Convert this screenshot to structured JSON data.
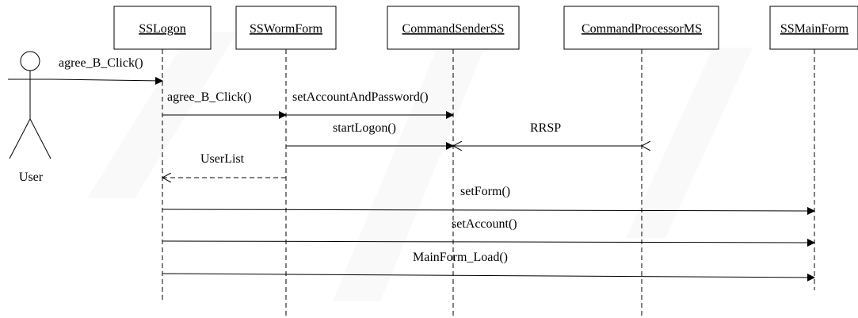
{
  "actor": {
    "name": "User"
  },
  "objects": [
    {
      "id": "ssl",
      "name": "SSLogon"
    },
    {
      "id": "ssw",
      "name": "SSWormForm"
    },
    {
      "id": "css",
      "name": "CommandSenderSS"
    },
    {
      "id": "cpm",
      "name": "CommandProcessorMS"
    },
    {
      "id": "ssm",
      "name": "SSMainForm"
    }
  ],
  "messages": [
    {
      "id": "m1",
      "label": "agree_B_Click()",
      "from": "user",
      "to": "ssl",
      "kind": "call"
    },
    {
      "id": "m2",
      "label": "agree_B_Click()",
      "from": "ssl",
      "to": "ssw",
      "kind": "call"
    },
    {
      "id": "m3",
      "label": "setAccountAndPassword()",
      "from": "ssw",
      "to": "css",
      "kind": "call"
    },
    {
      "id": "m4",
      "label": "startLogon()",
      "from": "ssw",
      "to": "css",
      "kind": "call"
    },
    {
      "id": "m5",
      "label": "RRSP",
      "from": "cpm",
      "to": "css",
      "kind": "async"
    },
    {
      "id": "m6",
      "label": "UserList",
      "from": "ssw",
      "to": "ssl",
      "kind": "return"
    },
    {
      "id": "m7",
      "label": "setForm()",
      "from": "ssl",
      "to": "ssm",
      "kind": "call"
    },
    {
      "id": "m8",
      "label": "setAccount()",
      "from": "ssl",
      "to": "ssm",
      "kind": "call"
    },
    {
      "id": "m9",
      "label": "MainForm_Load()",
      "from": "ssl",
      "to": "ssm",
      "kind": "call"
    }
  ]
}
